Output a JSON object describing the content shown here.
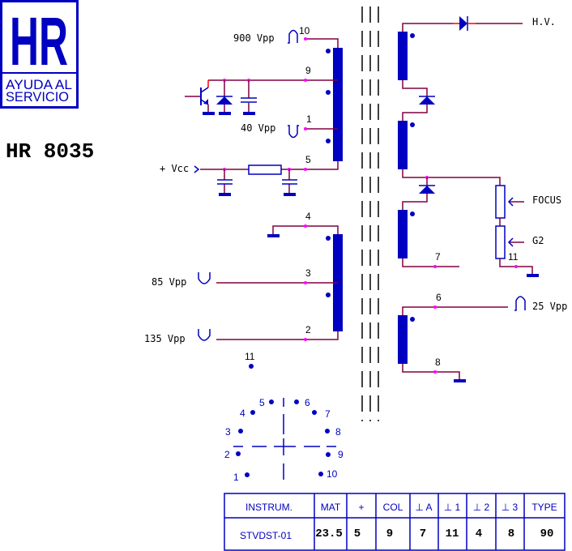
{
  "logo": {
    "text": "HR",
    "line1": "AYUDA AL",
    "line2": "SERVICIO"
  },
  "model": "HR 8035",
  "primary": {
    "pins": [
      "10",
      "9",
      "1",
      "5"
    ],
    "signals": {
      "pin10": "900 Vpp",
      "pin1": "40 Vpp",
      "vcc": "+ Vcc"
    }
  },
  "aux": {
    "pins": [
      "4",
      "3",
      "2",
      "11"
    ],
    "signals": {
      "pin3": "85 Vpp",
      "pin2": "135 Vpp"
    }
  },
  "secondary": {
    "hv": "H.V.",
    "focus": "FOCUS",
    "g2": "G2",
    "pins": [
      "7",
      "11",
      "6",
      "8"
    ],
    "signal_pin6": "25 Vpp"
  },
  "pinout": [
    "1",
    "2",
    "3",
    "4",
    "5",
    "6",
    "7",
    "8",
    "9",
    "10"
  ],
  "table": {
    "headers": [
      "INSTRUM.",
      "MAT",
      "+",
      "COL",
      "⊥ A",
      "⊥ 1",
      "⊥ 2",
      "⊥ 3",
      "TYPE"
    ],
    "values": [
      "STVDST-01",
      "23.5",
      "5",
      "9",
      "7",
      "11",
      "4",
      "8",
      "90"
    ]
  },
  "colors": {
    "symbol": "#0000c0",
    "wire": "#800040",
    "pin_marker": "#ff00ff"
  }
}
